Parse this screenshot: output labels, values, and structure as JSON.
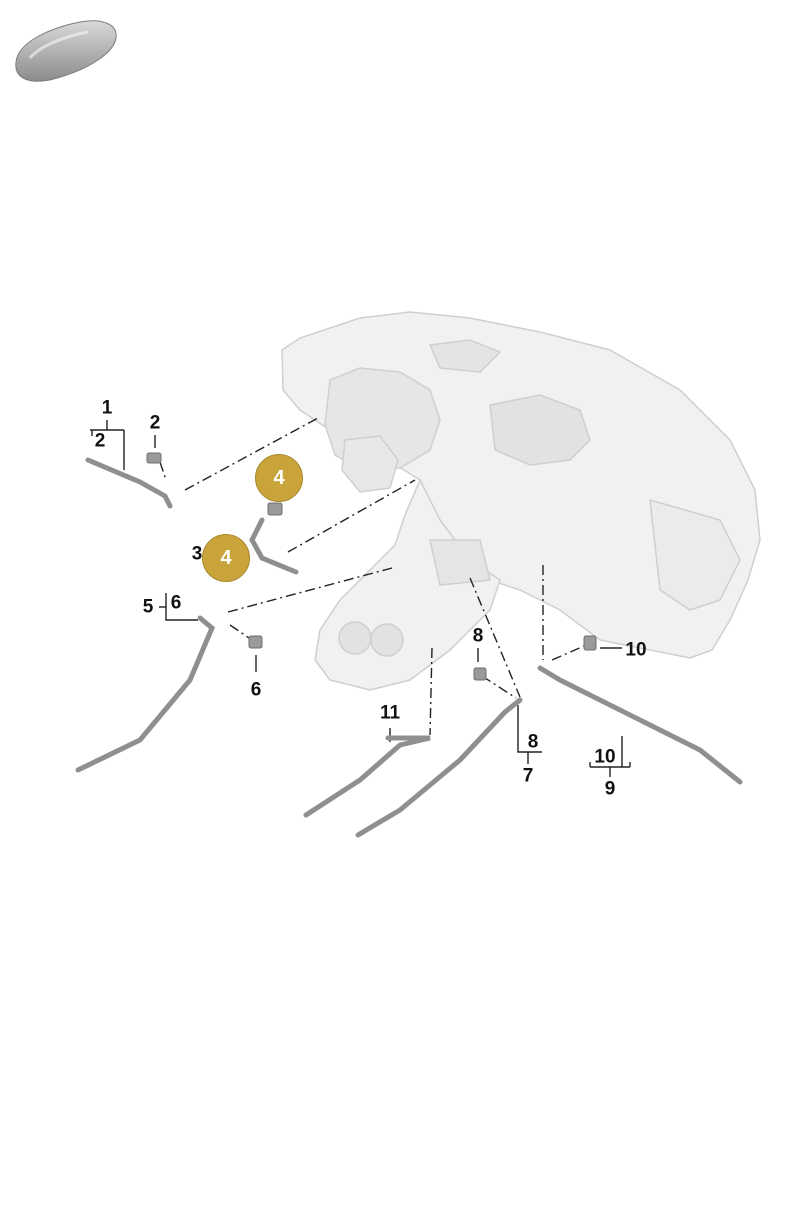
{
  "callouts": {
    "c1": "1",
    "c2a": "2",
    "c2b": "2",
    "c3": "3",
    "c5": "5",
    "c6a": "6",
    "c6b": "6",
    "c7": "7",
    "c8a": "8",
    "c8b": "8",
    "c9": "9",
    "c10a": "10",
    "c10b": "10",
    "c11": "11"
  },
  "badges": {
    "b4a": "4",
    "b4b": "4"
  },
  "colors": {
    "badge": "#c9a43a",
    "line": "#222222",
    "part": "#8f8f8f"
  },
  "icons": {
    "vehicle": "car-silhouette-icon"
  }
}
